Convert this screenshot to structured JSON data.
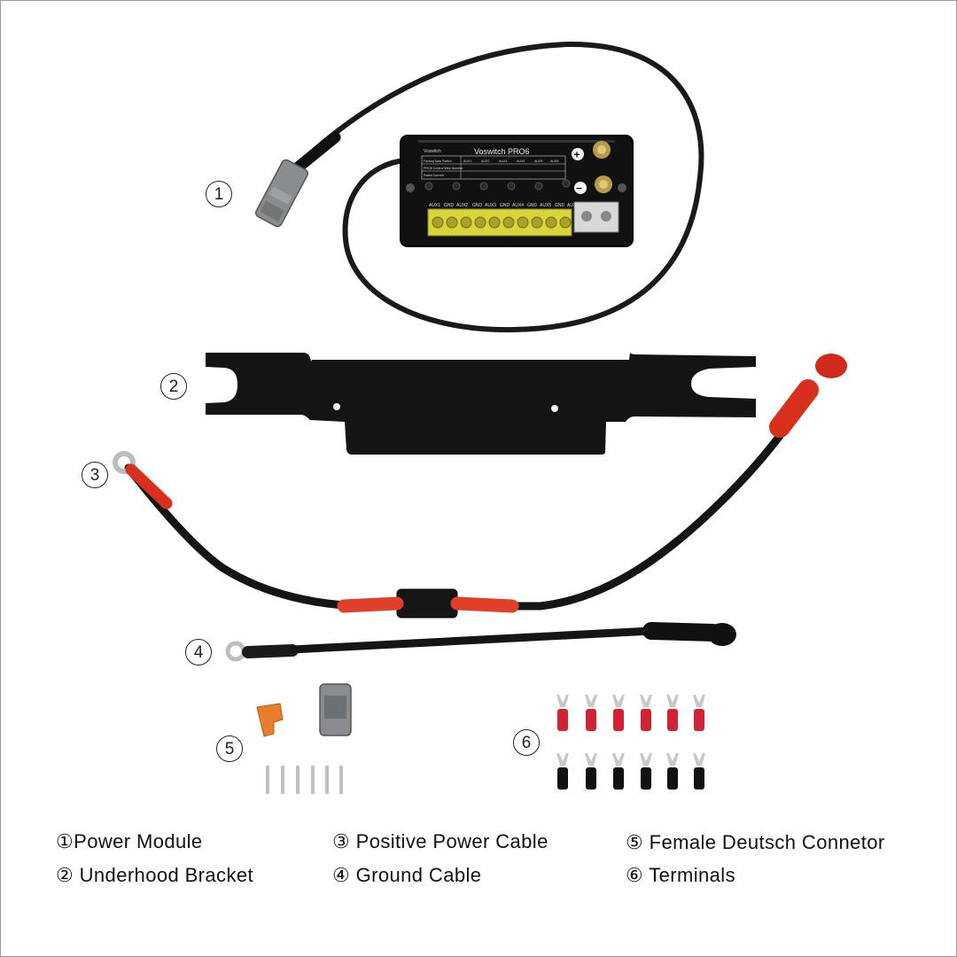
{
  "photo": {
    "module_title": "Voswitch  PRO6",
    "module_brand": "Voswitch",
    "module_columns": [
      "AUX1",
      "AUX2",
      "AUX3",
      "AUX4",
      "AUX5",
      "AUX6"
    ],
    "module_rows": [
      "Factory Auto Switch",
      "PRO6 Control Wire Number",
      "Rated Current"
    ],
    "terminal_labels": [
      "AUX1",
      "GND",
      "AUX2",
      "GND",
      "AUX3",
      "GND",
      "AUX4",
      "GND",
      "AUX5",
      "GND",
      "AUX6"
    ],
    "polarity_plus": "+",
    "polarity_minus": "−"
  },
  "callouts": [
    "1",
    "2",
    "3",
    "4",
    "5",
    "6"
  ],
  "legend": {
    "item1": "①Power Module",
    "item2": "②  Underhood Bracket",
    "item3": "③ Positive Power Cable",
    "item4": "④ Ground Cable",
    "item5": "⑤ Female Deutsch Connetor",
    "item6": "⑥ Terminals"
  }
}
